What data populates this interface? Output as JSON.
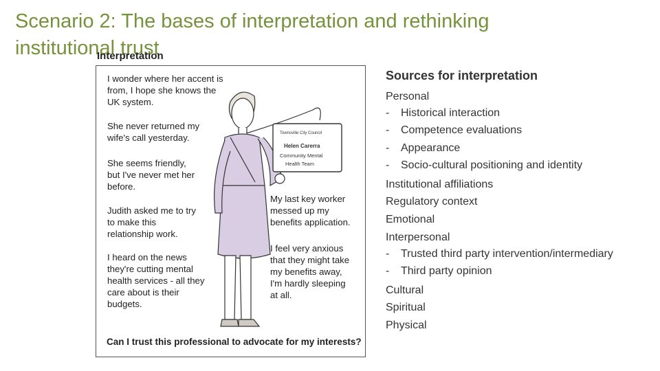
{
  "slide": {
    "title": "Scenario 2: The bases of interpretation and rethinking institutional trust"
  },
  "illustration": {
    "heading": "Interpretation",
    "quotes": [
      "I wonder where her accent is from, I hope she knows the UK system.",
      "She never returned my wife's call yesterday.",
      "She seems friendly, but I've never met her before.",
      "Judith asked me to try to make this relationship work.",
      "I heard on the news they're cutting mental health services - all they care about is their budgets.",
      "My last key worker messed up my benefits application.",
      "I feel very anxious that they might take my benefits away, I'm hardly sleeping at all."
    ],
    "question": "Can I trust this professional to advocate for my interests?",
    "badge": {
      "org": "Townsville City Council",
      "name": "Helen Carerra",
      "team_line1": "Community Mental",
      "team_line2": "Health Team"
    },
    "colors": {
      "dress": "#d9cde3",
      "outline": "#333333"
    }
  },
  "sources": {
    "heading": "Sources for interpretation",
    "items": [
      {
        "text": "Personal",
        "sub": false
      },
      {
        "text": "Historical interaction",
        "sub": true
      },
      {
        "text": "Competence evaluations",
        "sub": true
      },
      {
        "text": "Appearance",
        "sub": true
      },
      {
        "text": "Socio-cultural positioning and identity",
        "sub": true
      },
      {
        "text": "Institutional affiliations",
        "sub": false
      },
      {
        "text": "Regulatory context",
        "sub": false
      },
      {
        "text": "Emotional",
        "sub": false
      },
      {
        "text": "Interpersonal",
        "sub": false
      },
      {
        "text": "Trusted third party intervention/intermediary",
        "sub": true
      },
      {
        "text": "Third party opinion",
        "sub": true
      },
      {
        "text": "Cultural",
        "sub": false
      },
      {
        "text": "Spiritual",
        "sub": false
      },
      {
        "text": "Physical",
        "sub": false
      }
    ],
    "dash": "-"
  },
  "theme": {
    "title_color": "#76923c",
    "text_color": "#333333"
  }
}
